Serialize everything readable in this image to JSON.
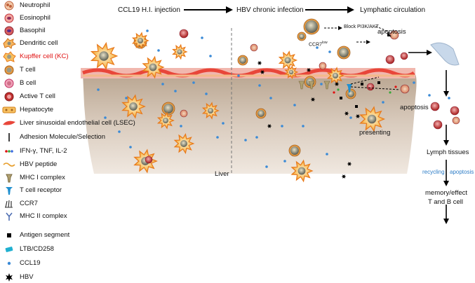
{
  "legend": [
    {
      "icon": "neutrophil-icon",
      "label": "Neutrophil"
    },
    {
      "icon": "eosinophil-icon",
      "label": "Eosinophil"
    },
    {
      "icon": "basophil-icon",
      "label": "Basophil"
    },
    {
      "icon": "dendritic-cell-icon",
      "label": "Dendritic cell"
    },
    {
      "icon": "kupffer-cell-icon",
      "label": "Kupffer cell (KC)",
      "color": "#e01010"
    },
    {
      "icon": "t-cell-icon",
      "label": "T cell"
    },
    {
      "icon": "b-cell-icon",
      "label": "B cell"
    },
    {
      "icon": "active-t-cell-icon",
      "label": "Active T cell"
    },
    {
      "icon": "hepatocyte-icon",
      "label": "Hepatocyte"
    },
    {
      "icon": "lsec-icon",
      "label": "Liver sinusoidal endothelial cell (LSEC)"
    },
    {
      "icon": "adhesion-molecule-icon",
      "label": "Adhesion Molecule/Selection"
    },
    {
      "icon": "cytokine-icon",
      "label": "IFN-γ, TNF, IL-2"
    },
    {
      "icon": "hbv-peptide-icon",
      "label": "HBV peptide"
    },
    {
      "icon": "mhc-i-icon",
      "label": "MHC I complex"
    },
    {
      "icon": "tcr-icon",
      "label": "T cell receptor"
    },
    {
      "icon": "ccr7-icon",
      "label": "CCR7"
    },
    {
      "icon": "mhc-ii-icon",
      "label": "MHC II complex"
    },
    {
      "icon": "antigen-segment-icon",
      "label": "Antigen segment"
    },
    {
      "icon": "ltb-cd258-icon",
      "label": "LTB/CD258"
    },
    {
      "icon": "ccl19-icon",
      "label": "CCL19"
    },
    {
      "icon": "hbv-icon",
      "label": "HBV"
    }
  ],
  "header": {
    "stage1": "CCL19 H.I. injection",
    "stage2": "HBV chronic infection",
    "stage3": "Lymphatic circulation"
  },
  "labels": {
    "block": "Block PI3K/AKT",
    "ccr7low": "CCR7",
    "ccr7low_sup": "low",
    "apoptosis_top": "apoptosis",
    "apoptosis_mid": "apoptosis",
    "presenting": "presenting",
    "liver": "Liver",
    "lymph": "Lymph tissues",
    "recycling": "recycling",
    "apoptosis_blue": "apoptosis",
    "memory1": "memory/effect",
    "memory2": "T and B cell"
  },
  "colors": {
    "kupffer": "#f07a1a",
    "lsec": "#e8463a",
    "tissue": "#d8c9b8",
    "label_red": "#e01010",
    "label_blue": "#2c7cc6"
  }
}
